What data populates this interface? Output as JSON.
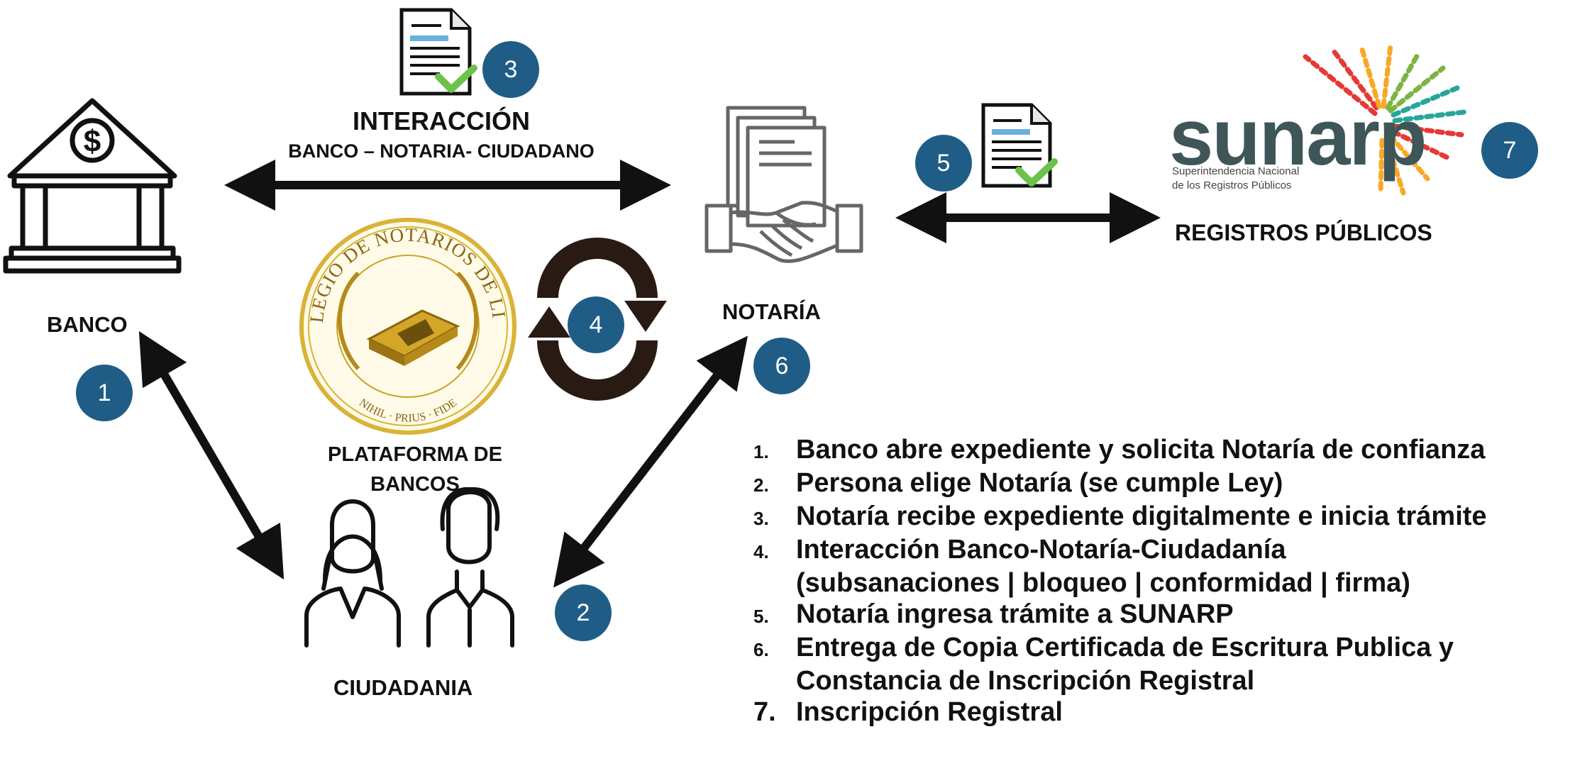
{
  "labels": {
    "interaccion_title": "INTERACCIÓN",
    "interaccion_sub": "BANCO – NOTARIA- CIUDADANO",
    "banco": "BANCO",
    "notaria": "NOTARÍA",
    "registros": "REGISTROS PÚBLICOS",
    "plataforma_line1": "PLATAFORMA DE",
    "plataforma_line2": "BANCOS",
    "ciudadania": "CIUDADANIA"
  },
  "seal": {
    "top_text": "COLEGIO DE NOTARIOS DE LIMA",
    "bottom_text": "NIHIL · PRIUS · FIDE"
  },
  "sunarp": {
    "wordmark": "sunarp",
    "subtitle_line1": "Superintendencia Nacional",
    "subtitle_line2": "de los Registros Públicos"
  },
  "badges": [
    "1",
    "2",
    "3",
    "4",
    "5",
    "6",
    "7"
  ],
  "steps": [
    {
      "num": "1.",
      "text": "Banco abre expediente y solicita Notaría de confianza"
    },
    {
      "num": "2.",
      "text": "Persona elige Notaría (se cumple Ley)"
    },
    {
      "num": "3.",
      "text": "Notaría recibe expediente digitalmente e inicia trámite"
    },
    {
      "num": "4.",
      "text": "Interacción Banco-Notaría-Ciudadanía",
      "cont": "(subsanaciones | bloqueo | conformidad | firma)"
    },
    {
      "num": "5.",
      "text": "Notaría ingresa trámite a SUNARP"
    },
    {
      "num": "6.",
      "text": "Entrega de Copia Certificada de Escritura Publica y",
      "cont": "Constancia de Inscripción Registral"
    },
    {
      "num": "7.",
      "text": "Inscripción Registral"
    }
  ],
  "colors": {
    "badge": "#1f5d86",
    "arrow": "#111111",
    "seal_gold": "#c9a227",
    "sunarp_text": "#3f5658"
  }
}
